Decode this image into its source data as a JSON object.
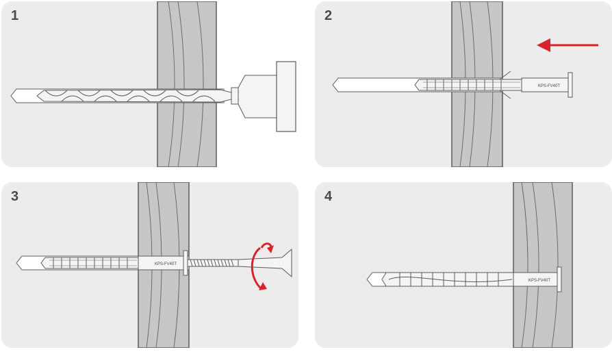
{
  "steps": [
    {
      "number": "1"
    },
    {
      "number": "2"
    },
    {
      "number": "3"
    },
    {
      "number": "4"
    }
  ],
  "anchor_label": "KPS-FV40T",
  "colors": {
    "panel_bg": "#ececec",
    "wall": "#c6c6c6",
    "outline": "#5a5a5a",
    "arrow": "#d8232a"
  }
}
